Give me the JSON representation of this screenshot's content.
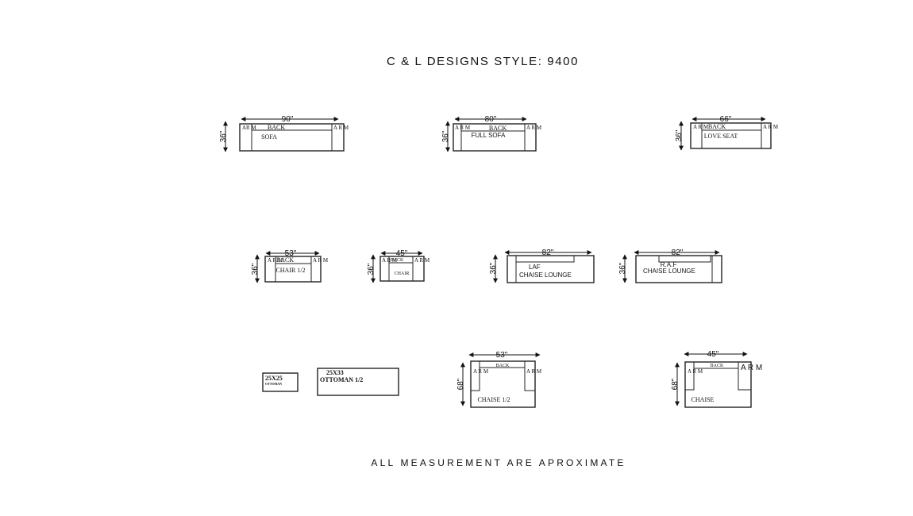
{
  "title": "C & L DESIGNS STYLE: 9400",
  "footer": "ALL MEASUREMENT ARE APROXIMATE",
  "pieces": {
    "sofa": {
      "label": "SOFA",
      "back": "BACK",
      "width": "90\"",
      "depth": "36\"",
      "arm_left": "AR M",
      "arm_right": "A R M"
    },
    "full_sofa": {
      "label": "FULL SOFA",
      "back": "BACK",
      "width": "80\"",
      "depth": "36\"",
      "arm_left": "A R M",
      "arm_right": "A R M"
    },
    "love_seat": {
      "label": "LOVE SEAT",
      "back": "BACK",
      "width": "66\"",
      "depth": "36\"",
      "arm_left": "A R M",
      "arm_right": "A R M"
    },
    "chair_half": {
      "label": "CHAIR 1/2",
      "back": "BACK",
      "width": "53\"",
      "depth": "36\"",
      "arm_left": "A R M",
      "arm_right": "A R M"
    },
    "chair": {
      "label": "CHAIR",
      "back": "BACK",
      "width": "45\"",
      "depth": "36\"",
      "arm_left": "A R M",
      "arm_right": "A R M"
    },
    "laf_chaise_lounge": {
      "label_top": "LAF",
      "label": "CHAISE LOUNGE",
      "width": "82\"",
      "depth": "36\""
    },
    "raf_chaise_lounge": {
      "label_top": "R.A.F",
      "label": "CHAISE LOUNGE",
      "width": "82\"",
      "depth": "36\""
    },
    "ottoman": {
      "size": "25X25",
      "label": "OTTOMAN"
    },
    "ottoman_half": {
      "size": "25X33",
      "label": "OTTOMAN 1/2"
    },
    "chaise_half": {
      "label": "CHAISE 1/2",
      "back": "BACK",
      "width": "53\"",
      "depth": "68\"",
      "arm_left": "A R M",
      "arm_right": "A R M"
    },
    "chaise": {
      "label": "CHAISE",
      "back": "BACK",
      "width": "45\"",
      "depth": "68\"",
      "arm_left": "A R M",
      "arm_right": "A R M"
    }
  }
}
